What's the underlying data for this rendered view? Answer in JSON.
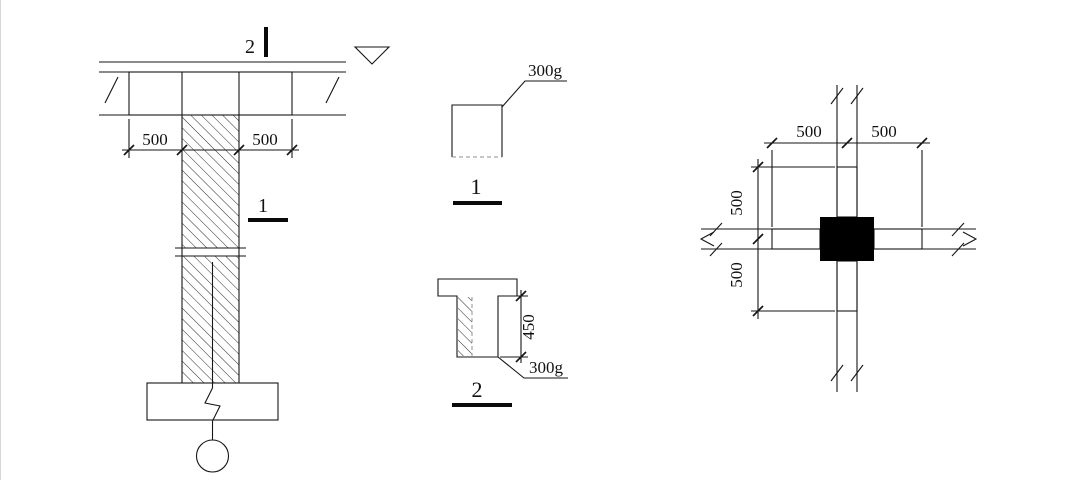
{
  "elevation": {
    "section_cut_2_label": "2",
    "section_cut_1_label": "1",
    "dim_left": "500",
    "dim_right": "500"
  },
  "section_1": {
    "title": "1",
    "note": "300g"
  },
  "section_2": {
    "title": "2",
    "note": "300g",
    "dim_height": "450"
  },
  "plan": {
    "dim_top_left": "500",
    "dim_top_right": "500",
    "dim_side_top": "500",
    "dim_side_bottom": "500"
  }
}
